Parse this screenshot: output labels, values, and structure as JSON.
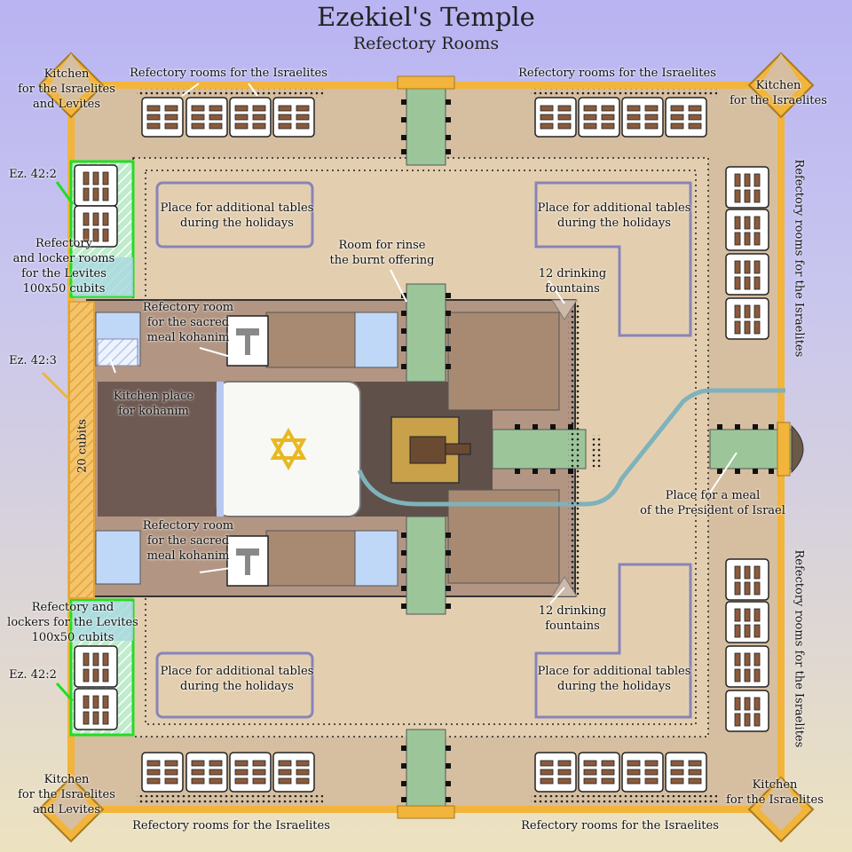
{
  "title": "Ezekiel's Temple",
  "subtitle": "Refectory Rooms",
  "labels": {
    "kitchen_tl": "Kitchen\nfor the Israelites\nand Levites",
    "kitchen_bl": "Kitchen\nfor the Israelites\nand Levites",
    "kitchen_tr": "Kitchen\nfor the Israelites",
    "kitchen_br": "Kitchen\nfor the Israelites",
    "refectory_israelites": "Refectory rooms for the Israelites",
    "ez_42_2": "Ez. 42:2",
    "ez_42_3": "Ez. 42:3",
    "levites_top": "Refectory\nand locker rooms\nfor the Levites\n100x50 cubits",
    "levites_bottom": "Refectory and\nlockers for the Levites\n100x50 cubits",
    "cubits_20": "20 cubits",
    "additional_tables": "Place for additional tables\nduring the holidays",
    "rinse_room": "Room for rinse\nthe burnt offering",
    "drinking_fountains": "12 drinking\nfountains",
    "sacred_meal": "Refectory room\nfor the sacred\nmeal kohanim",
    "kitchen_kohanim": "Kitchen place\nfor kohanim",
    "president_meal": "Place for a meal\nof the President of Israel"
  },
  "colors": {
    "outer_wall": "#f2b43a",
    "court": "#d8c0a0",
    "inner_court": "#a88a72",
    "gate": "#9cc69a",
    "levite_highlight": "#22dd22",
    "pointer_green": "#22dd22",
    "pointer_orange": "#f2b43a",
    "water": "#7fb2ba",
    "star": "#e8b820"
  },
  "icons": {
    "star": "star-of-david-icon",
    "altar": "altar-icon"
  }
}
